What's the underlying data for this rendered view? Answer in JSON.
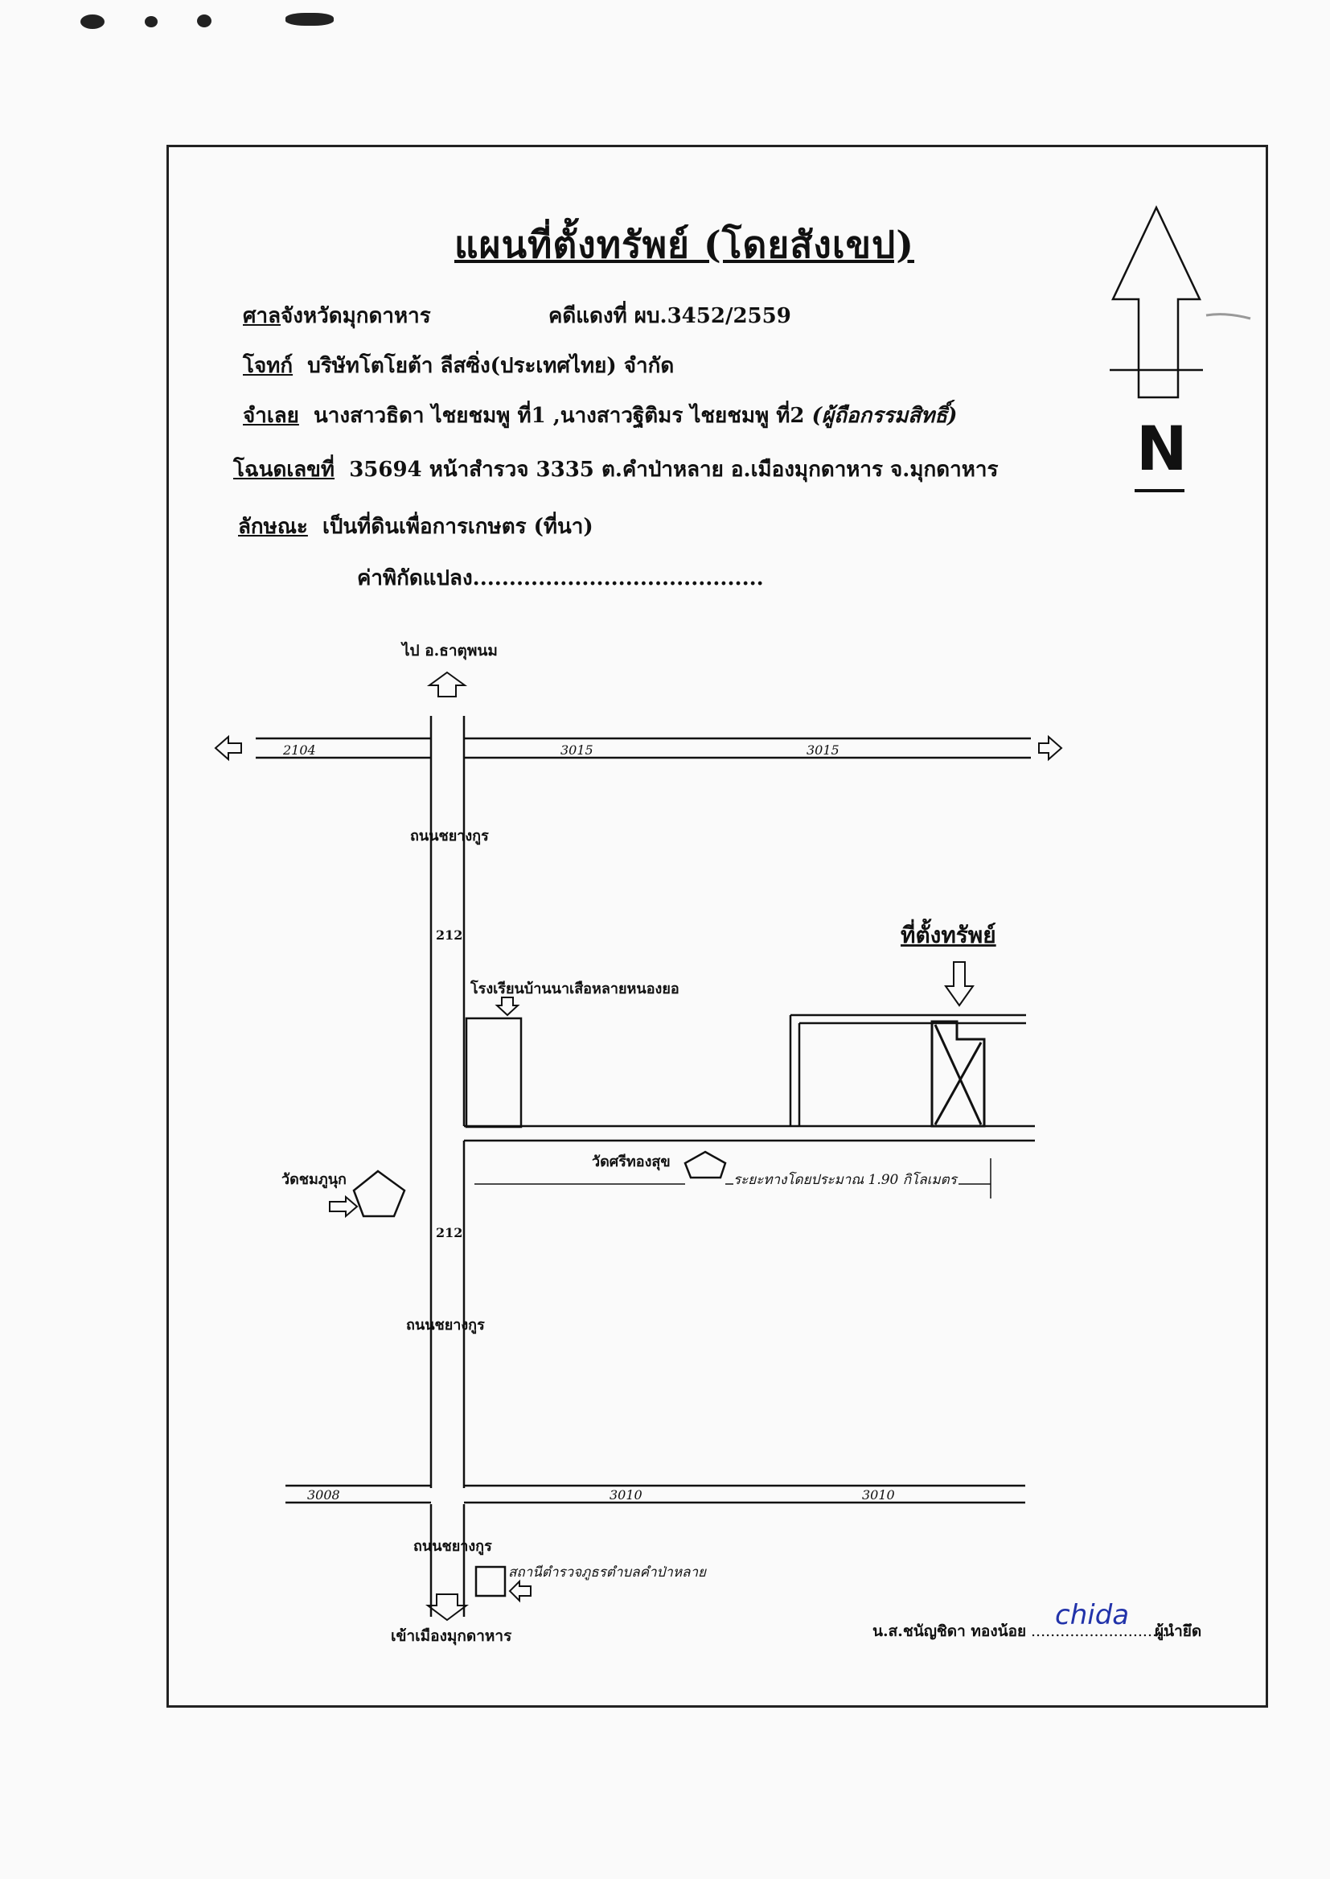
{
  "title": "แผนที่ตั้งทรัพย์ (โดยสังเขป)",
  "header": {
    "court_label": "ศาล",
    "court_value": "จังหวัดมุกดาหาร",
    "case_value": "คดีแดงที่ ผบ.3452/2559",
    "plaintiff_label": "โจทก์",
    "plaintiff_value": "บริษัทโตโยต้า ลีสซิ่ง(ประเทศไทย) จำกัด",
    "defendant_label": "จำเลย",
    "defendant_value": "นางสาวธิดา ไชยชมพู ที่1 ,นางสาวฐิติมร ไชยชมพู ที่2",
    "defendant_note": "(ผู้ถือกรรมสิทธิ์)",
    "deed_label": "โฉนดเลขที่",
    "deed_value": "35694 หน้าสำรวจ 3335 ต.คำป่าหลาย อ.เมืองมุกดาหาร จ.มุกดาหาร",
    "nature_label": "ลักษณะ",
    "nature_value": "เป็นที่ดินเพื่อการเกษตร (ที่นา)",
    "coord_label": "ค่าพิกัดแปลง........................................"
  },
  "compass": {
    "letter": "N"
  },
  "map": {
    "to_north": "ไป อ.ธาตุพนม",
    "to_south": "เข้าเมืองมุกดาหาร",
    "road_name_1": "ถนนชยางกูร",
    "road_name_2": "ถนนชยางกูร",
    "road_name_3": "ถนนชยางกูร",
    "road_num_1": "212",
    "road_num_2": "212",
    "top_road_left": "2104",
    "top_road_mid": "3015",
    "top_road_right": "3015",
    "bottom_road_left": "3008",
    "bottom_road_mid": "3010",
    "bottom_road_right": "3010",
    "school": "โรงเรียนบ้านนาเสือหลายหนองยอ",
    "property_label": "ที่ตั้งทรัพย์",
    "temple_1": "วัดชมภูนุก",
    "temple_2": "วัดศรีทองสุข",
    "distance": "ระยะทางโดยประมาณ 1.90 กิโลเมตร",
    "police": "สถานีตำรวจภูธรตำบลคำป่าหลาย"
  },
  "signature": {
    "name": "น.ส.ชนัญชิดา ทองน้อย",
    "dots": "............................",
    "role": "ผู้นำยึด",
    "handwriting": "chida"
  }
}
